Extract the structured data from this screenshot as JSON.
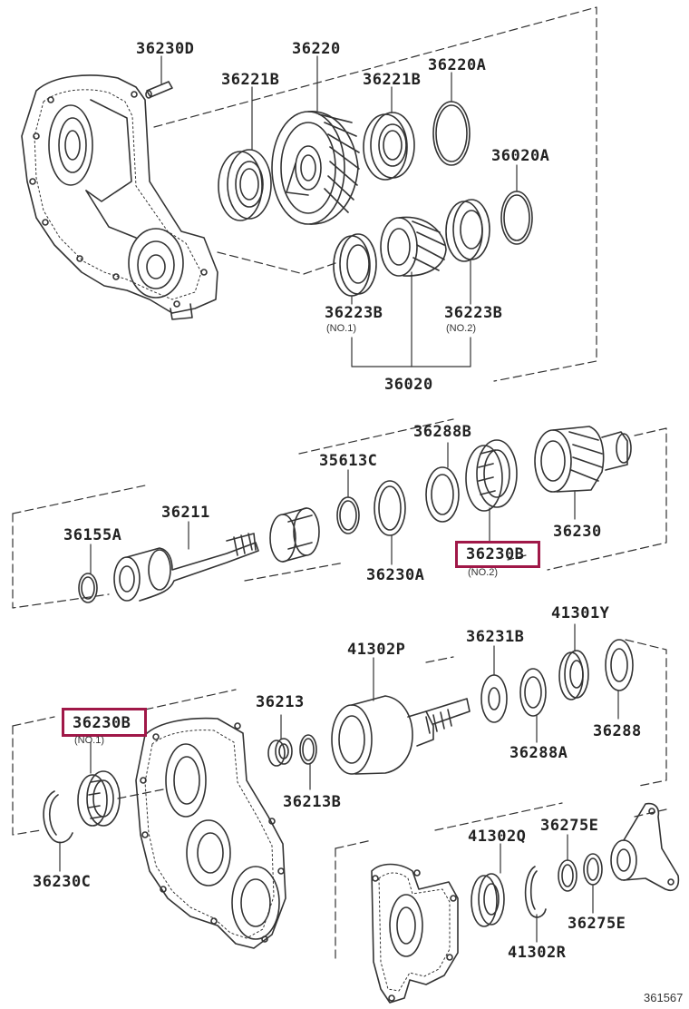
{
  "labels": {
    "p36230D": "36230D",
    "p36220": "36220",
    "p36221B_l": "36221B",
    "p36221B_r": "36221B",
    "p36220A": "36220A",
    "p36020A": "36020A",
    "p36223B_1": "36223B",
    "p36223B_1_sub": "(NO.1)",
    "p36223B_2": "36223B",
    "p36223B_2_sub": "(NO.2)",
    "p36020": "36020",
    "p36288B": "36288B",
    "p35613C": "35613C",
    "p36211": "36211",
    "p36155A": "36155A",
    "p36230": "36230",
    "p36230B_2": "36230B",
    "p36230B_2_sub": "(NO.2)",
    "p36230A": "36230A",
    "p41301Y": "41301Y",
    "p41302P": "41302P",
    "p36231B": "36231B",
    "p36213": "36213",
    "p36230B_1": "36230B",
    "p36230B_1_sub": "(NO.1)",
    "p36288": "36288",
    "p36288A": "36288A",
    "p36213B": "36213B",
    "p36275E_t": "36275E",
    "p41302Q": "41302Q",
    "p36230C": "36230C",
    "p36275E_b": "36275E",
    "p41302R": "41302R"
  },
  "diagram_code": "361567",
  "highlight_color": "#a01848"
}
